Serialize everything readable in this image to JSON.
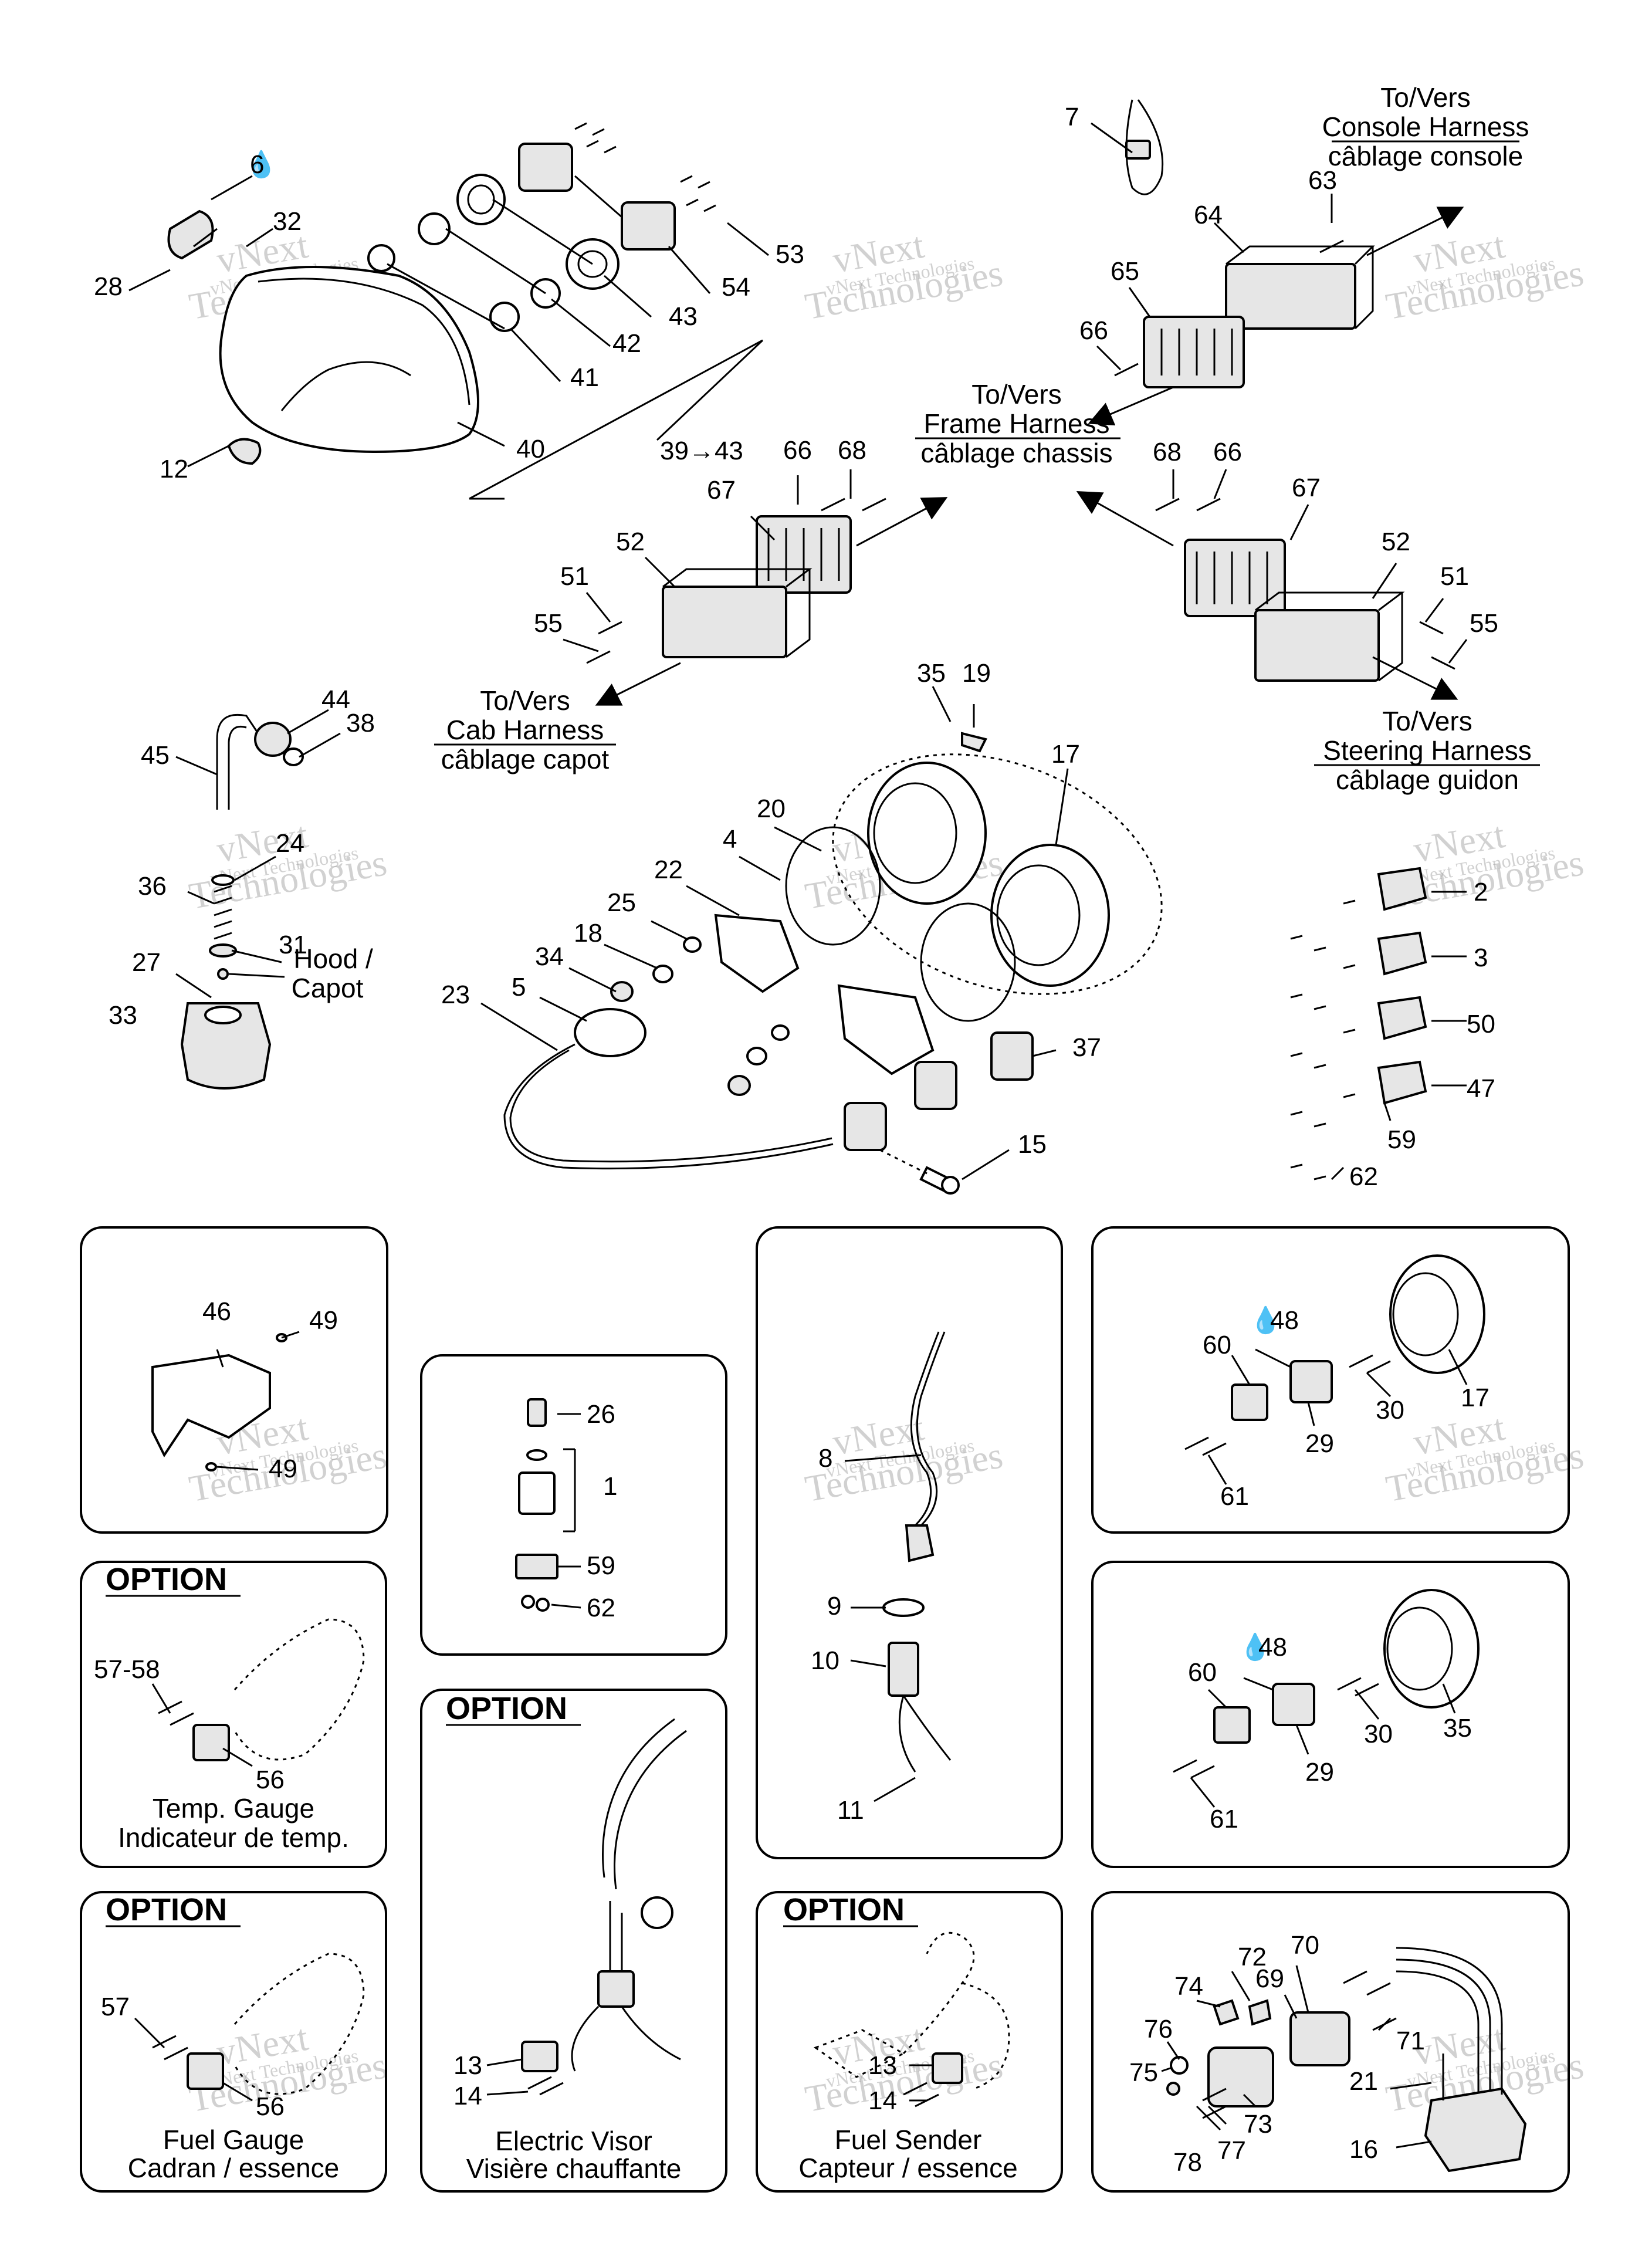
{
  "watermark": {
    "line1": "vNext",
    "line2": "Technologies",
    "small": "vNext Technologies"
  },
  "callouts": {
    "c6": "6",
    "c32": "32",
    "c28": "28",
    "c12": "12",
    "c40": "40",
    "c41": "41",
    "c42": "42",
    "c43": "43",
    "c54": "54",
    "c53": "53",
    "c39_43": "39→43",
    "c7": "7",
    "c63": "63",
    "c64": "64",
    "c65": "65",
    "c66a": "66",
    "c66b": "66",
    "c68a": "68",
    "c67a": "67",
    "c52a": "52",
    "c51a": "51",
    "c55a": "55",
    "c68b": "68",
    "c66c": "66",
    "c67b": "67",
    "c52b": "52",
    "c51b": "51",
    "c55b": "55",
    "c35": "35",
    "c19": "19",
    "c17": "17",
    "c20": "20",
    "c4": "4",
    "c22": "22",
    "c25": "25",
    "c18": "18",
    "c34": "34",
    "c5": "5",
    "c23": "23",
    "c37": "37",
    "c15": "15",
    "c44": "44",
    "c38": "38",
    "c45": "45",
    "c24": "24",
    "c36": "36",
    "c31": "31",
    "c27": "27",
    "c33": "33",
    "c2": "2",
    "c3": "3",
    "c50": "50",
    "c47": "47",
    "c59a": "59",
    "c62a": "62",
    "c46": "46",
    "c49a": "49",
    "c49b": "49",
    "c26": "26",
    "c1": "1",
    "c59b": "59",
    "c62b": "62",
    "c8": "8",
    "c9": "9",
    "c10": "10",
    "c11": "11",
    "c48a": "48",
    "c60a": "60",
    "c29a": "29",
    "c30a": "30",
    "c17b": "17",
    "c61a": "61",
    "c48b": "48",
    "c60b": "60",
    "c29b": "29",
    "c30b": "30",
    "c35b": "35",
    "c61b": "61",
    "c5758": "57-58",
    "c56a": "56",
    "c57": "57",
    "c56b": "56",
    "c13a": "13",
    "c14a": "14",
    "c13b": "13",
    "c14b": "14",
    "c72": "72",
    "c70": "70",
    "c74": "74",
    "c69": "69",
    "c76": "76",
    "c71": "71",
    "c75": "75",
    "c21": "21",
    "c73": "73",
    "c77": "77",
    "c78": "78",
    "c16": "16"
  },
  "labels": {
    "console_1": "To/Vers",
    "console_2": "Console Harness",
    "console_3": "câblage console",
    "frame_1": "To/Vers",
    "frame_2": "Frame Harness",
    "frame_3": "câblage chassis",
    "cab_1": "To/Vers",
    "cab_2": "Cab Harness",
    "cab_3": "câblage capot",
    "steer_1": "To/Vers",
    "steer_2": "Steering Harness",
    "steer_3": "câblage guidon",
    "hood_1": "Hood /",
    "hood_2": "Capot"
  },
  "panels": {
    "option": "OPTION",
    "temp_1": "Temp. Gauge",
    "temp_2": "Indicateur de temp.",
    "fuel_1": "Fuel Gauge",
    "fuel_2": "Cadran / essence",
    "visor_1": "Electric Visor",
    "visor_2": "Visière chauffante",
    "sender_1": "Fuel Sender",
    "sender_2": "Capteur / essence"
  }
}
